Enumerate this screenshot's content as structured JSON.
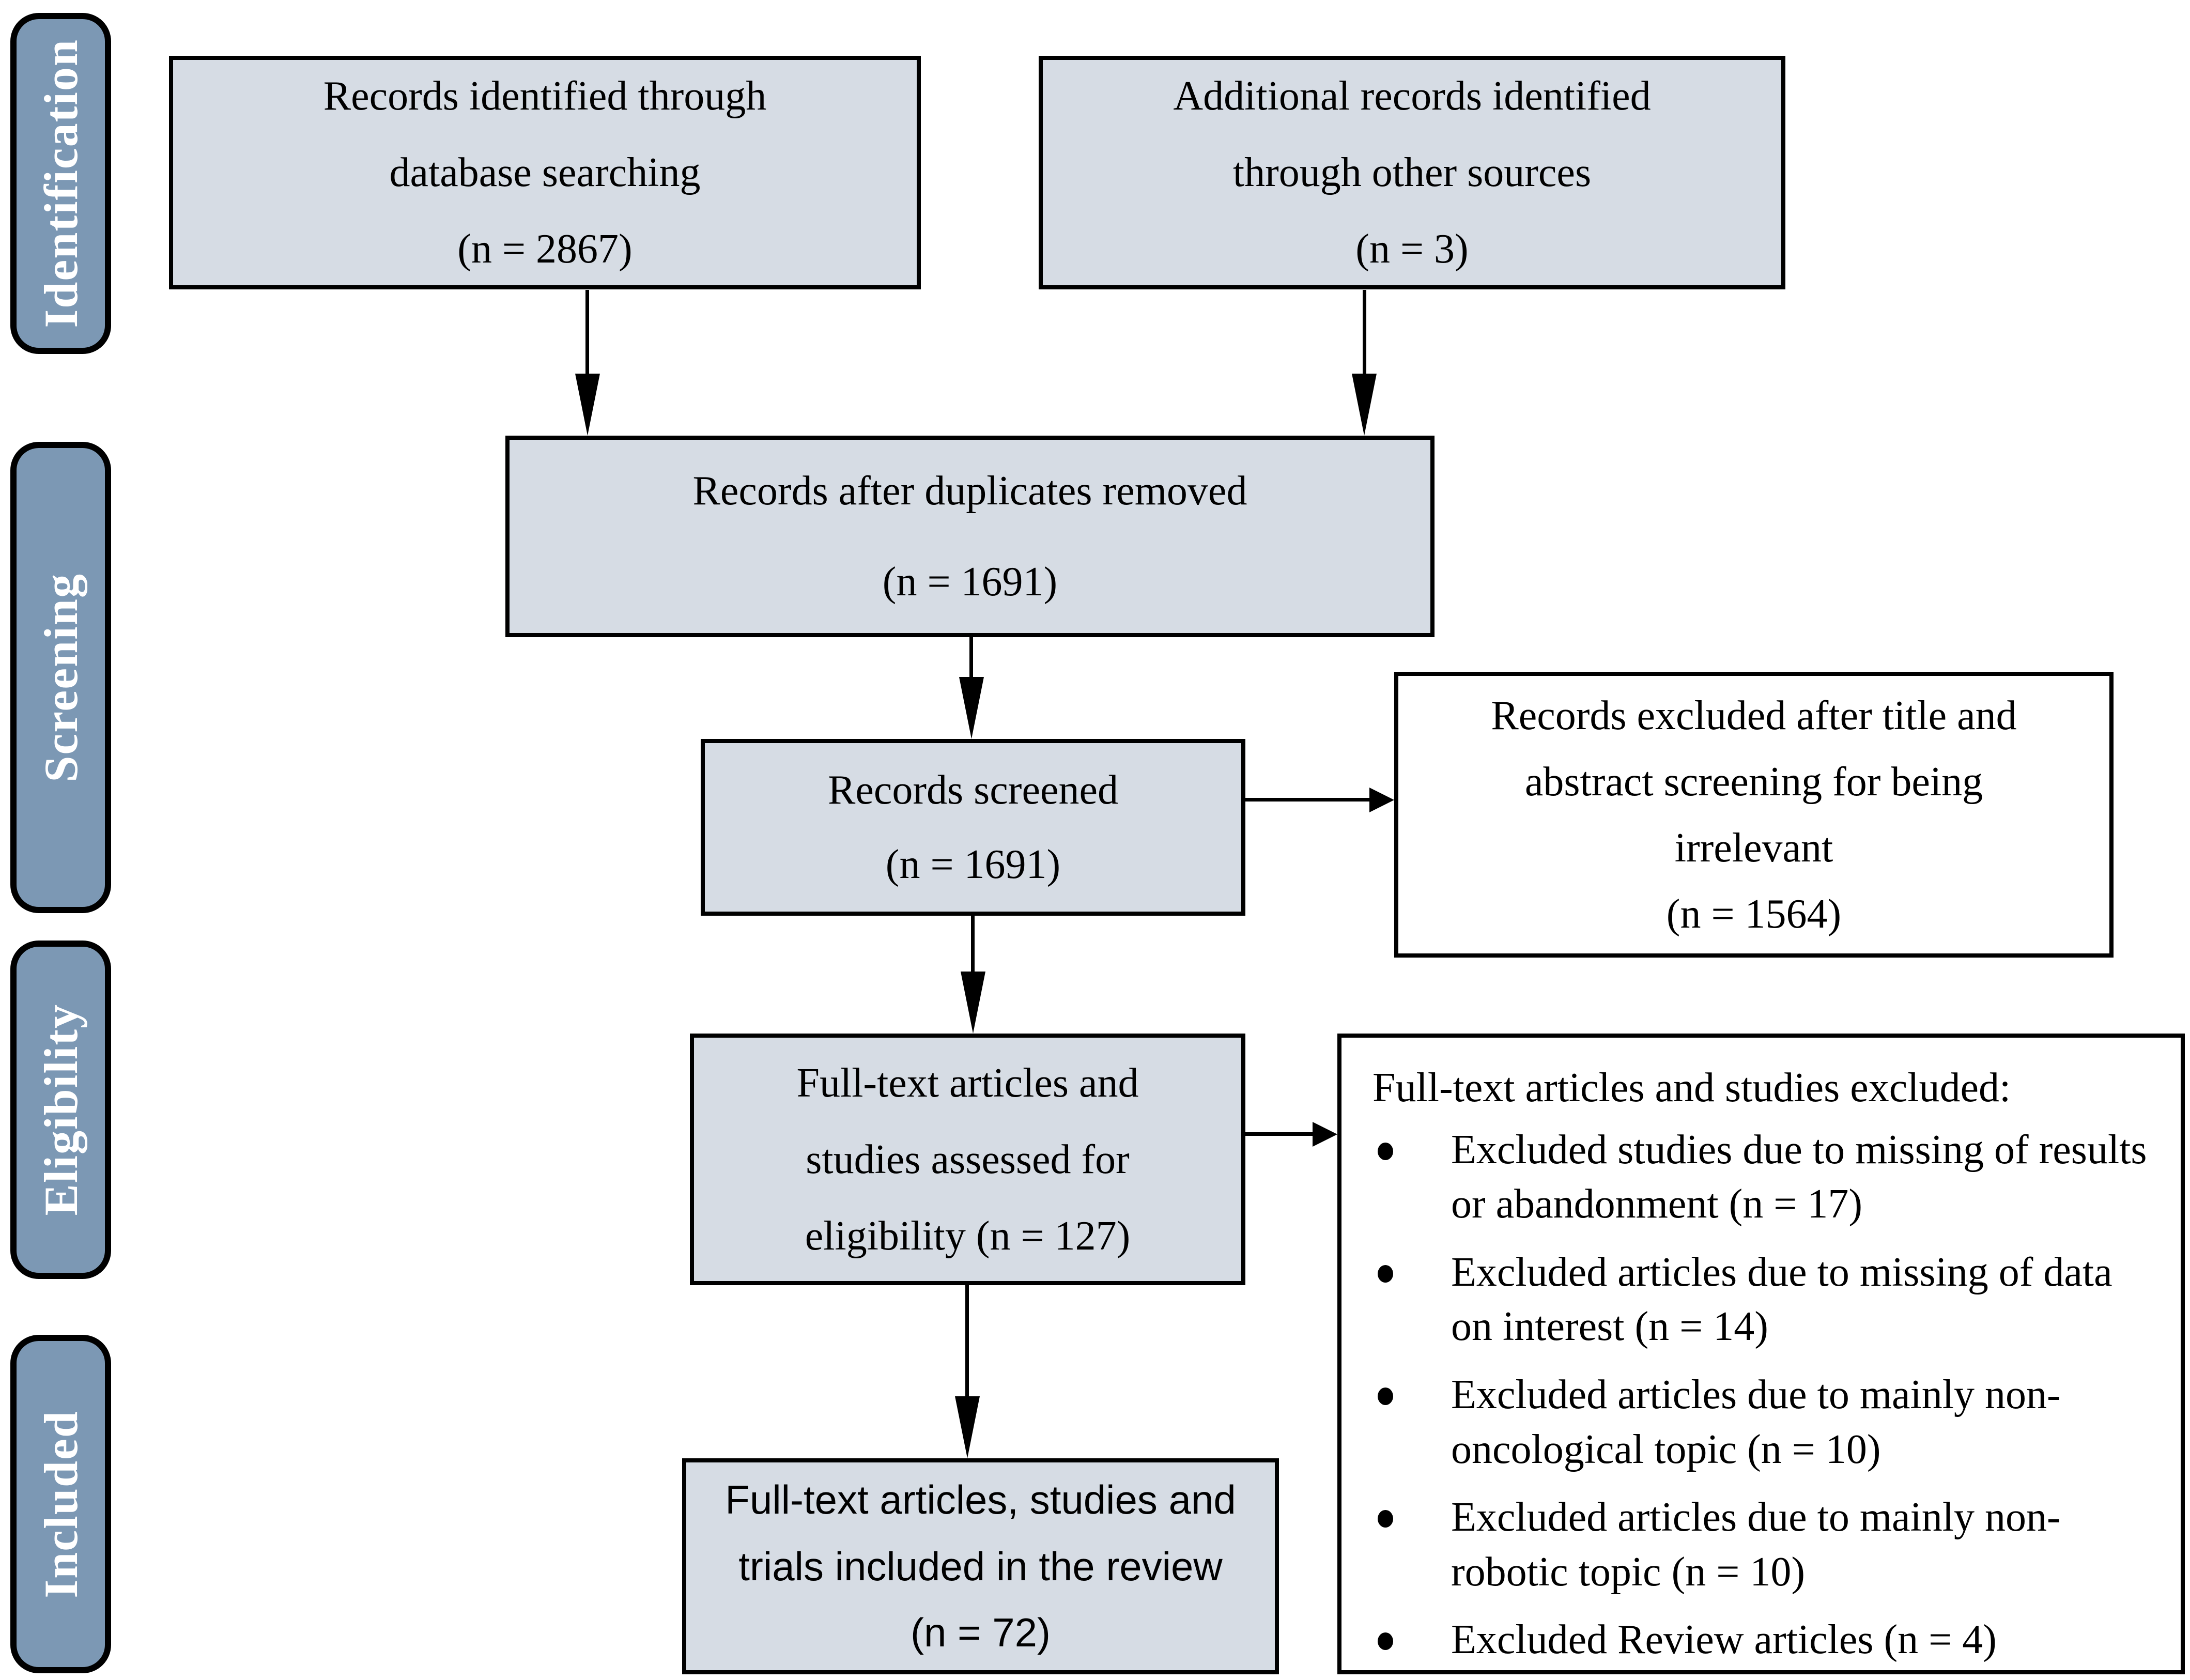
{
  "sidebar": {
    "stages": [
      {
        "label": "Identification"
      },
      {
        "label": "Screening"
      },
      {
        "label": "Eligibility"
      },
      {
        "label": "Included"
      }
    ]
  },
  "flow": {
    "identified": {
      "lines": [
        "Records identified through",
        "database searching",
        "(n = 2867)"
      ]
    },
    "additional": {
      "lines": [
        "Additional records identified",
        "through other sources",
        "(n = 3)"
      ]
    },
    "duplicates": {
      "lines": [
        "Records after duplicates removed",
        "(n = 1691)"
      ]
    },
    "screened": {
      "lines": [
        "Records screened",
        "(n = 1691)"
      ]
    },
    "excluded_screening": {
      "lines": [
        "Records excluded after title and",
        "abstract screening for being",
        "irrelevant",
        "(n = 1564)"
      ]
    },
    "assessed": {
      "lines": [
        "Full-text articles and",
        "studies assessed for",
        "eligibility (n = 127)"
      ]
    },
    "excluded_fulltext": {
      "header": "Full-text articles and studies excluded:",
      "bullets": [
        "Excluded studies due to missing of results or abandonment (n = 17)",
        "Excluded articles due to missing of data on interest (n = 14)",
        "Excluded articles due to mainly non-oncological topic (n = 10)",
        "Excluded articles due to mainly non-robotic topic (n = 10)",
        "Excluded Review articles (n = 4)"
      ]
    },
    "included": {
      "lines": [
        "Full-text articles, studies and",
        "trials included in the review",
        "(n = 72)"
      ]
    }
  },
  "colors": {
    "stage_fill": "#7c98b4",
    "box_fill": "#d6dce4",
    "box_border": "#000000",
    "excluded_box_fill": "#ffffff",
    "text": "#000000",
    "stage_text": "#ffffff",
    "background": "#ffffff"
  }
}
